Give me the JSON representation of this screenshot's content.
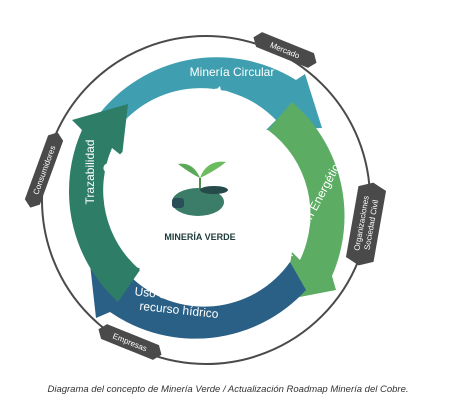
{
  "center": {
    "label": "MINERÍA VERDE"
  },
  "segments": [
    {
      "id": "circular",
      "label_lines": [
        "Minería Circular"
      ],
      "icon": "recycle-icon",
      "color": "#3f9fb0"
    },
    {
      "id": "energia",
      "label_lines": [
        "Transición Energética"
      ],
      "icon": "lightning-icon",
      "color": "#5cad63"
    },
    {
      "id": "hidrico",
      "label_lines": [
        "Uso eficiente del",
        "recurso hídrico"
      ],
      "icon": "water-drops-icon",
      "color": "#2a5f86"
    },
    {
      "id": "trazabilidad",
      "label_lines": [
        "Trazabilidad"
      ],
      "icon": "network-icon",
      "color": "#2e7d67"
    }
  ],
  "stakeholders": [
    {
      "id": "mercado",
      "lines": [
        "Mercado"
      ]
    },
    {
      "id": "organizaciones",
      "lines": [
        "Organizaciones",
        "Sociedad Civil"
      ]
    },
    {
      "id": "empresas",
      "lines": [
        "Empresas"
      ]
    },
    {
      "id": "consumidores",
      "lines": [
        "Consumidores"
      ]
    }
  ],
  "caption": "Diagrama del concepto de Minería Verde / Actualización Roadmap Minería del Cobre."
}
